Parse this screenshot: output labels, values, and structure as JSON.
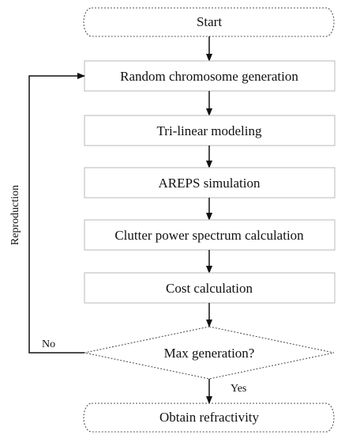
{
  "nodes": {
    "start": "Start",
    "random_chromosome": "Random chromosome generation",
    "trilinear": "Tri-linear modeling",
    "areps": "AREPS simulation",
    "clutter": "Clutter power spectrum calculation",
    "cost": "Cost calculation",
    "max_generation": "Max generation?",
    "obtain": "Obtain refractivity"
  },
  "edge_labels": {
    "no": "No",
    "yes": "Yes",
    "reproduction": "Reproduction"
  }
}
